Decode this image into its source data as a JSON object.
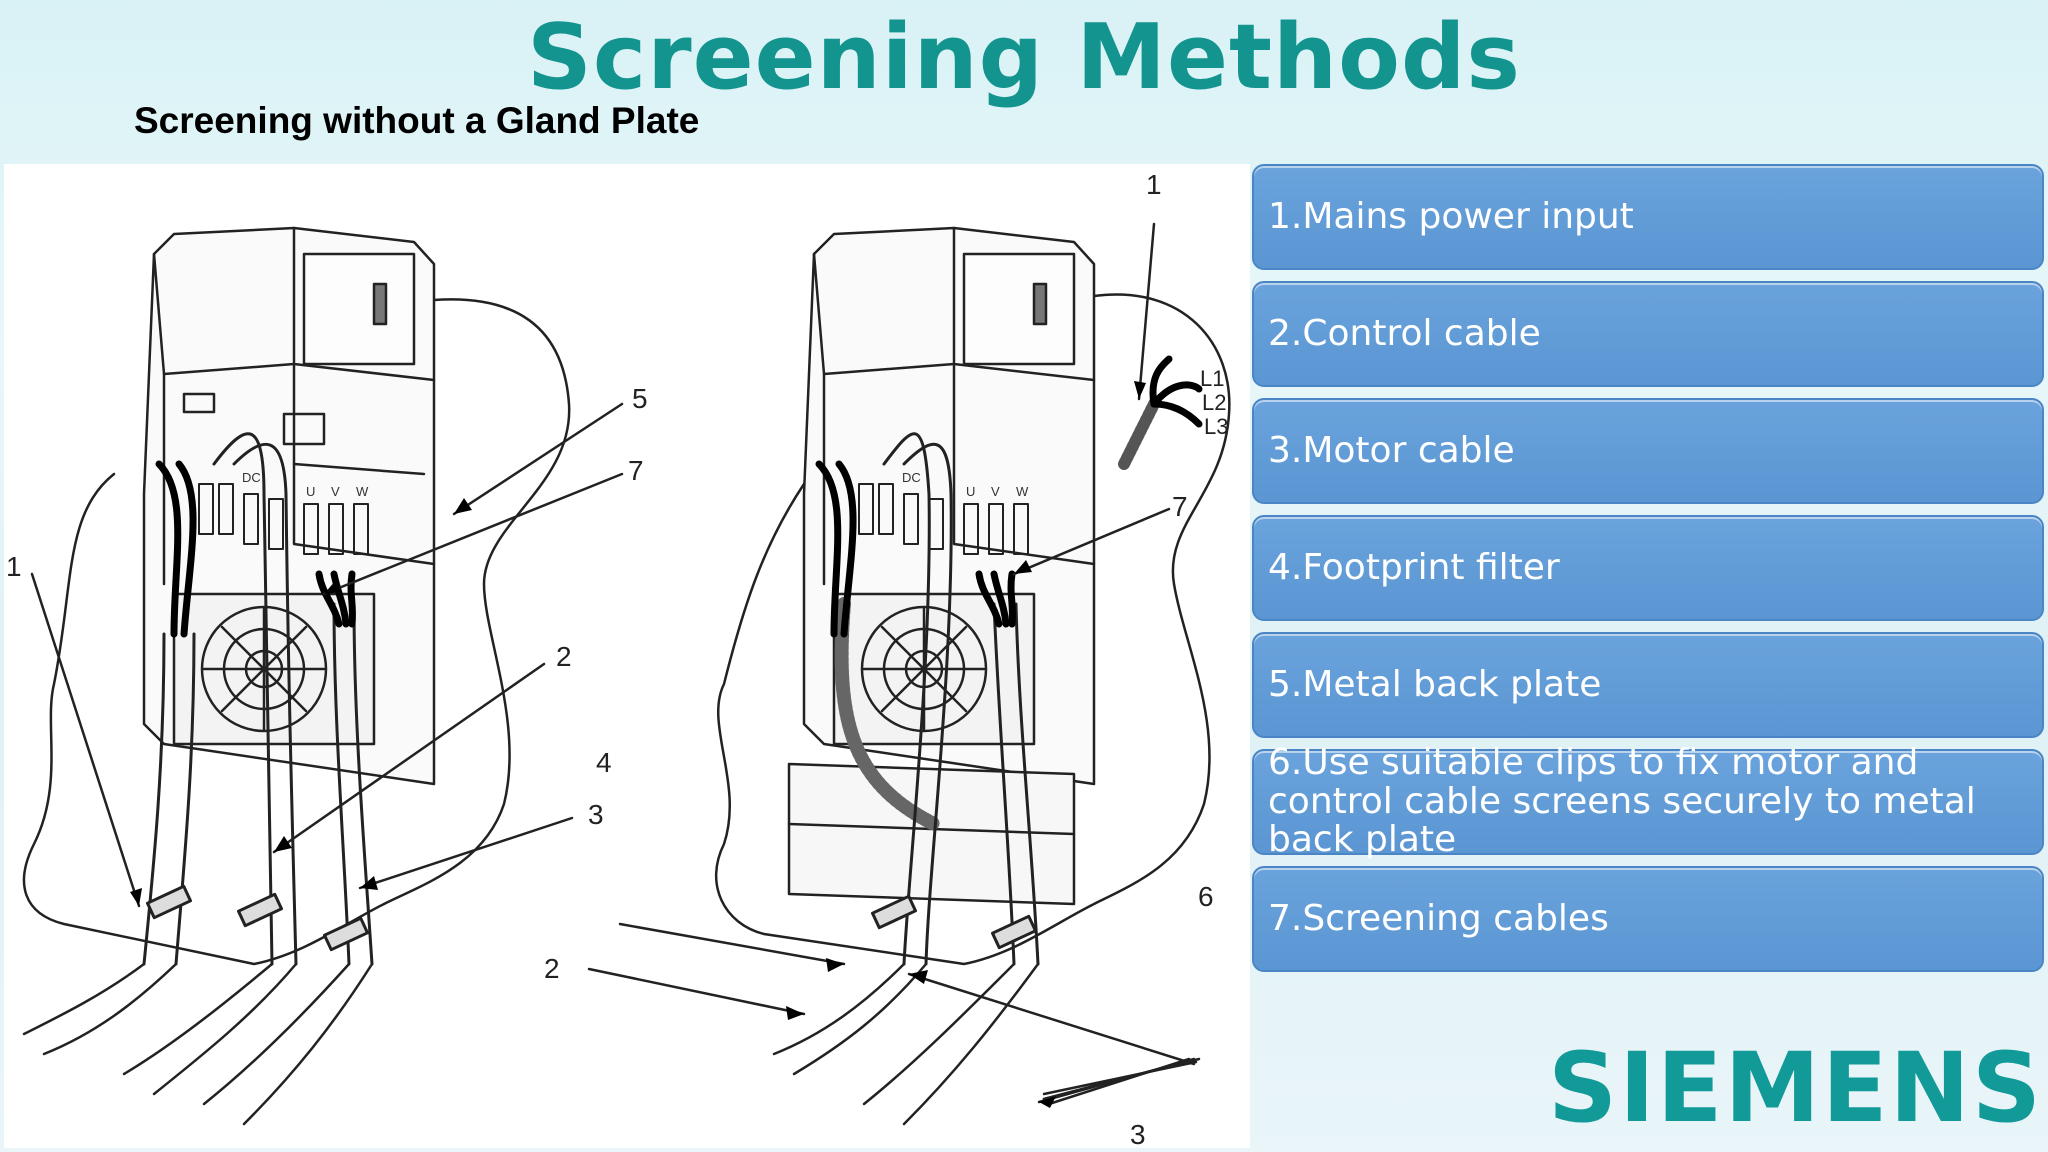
{
  "header": {
    "title": "Screening Methods",
    "subtitle": "Screening without a Gland Plate"
  },
  "legend_items": [
    {
      "label": "1.Mains power input"
    },
    {
      "label": "2.Control cable"
    },
    {
      "label": "3.Motor cable"
    },
    {
      "label": "4.Footprint filter"
    },
    {
      "label": "5.Metal back plate"
    },
    {
      "label": "6.Use suitable clips to fix motor and control cable screens securely to metal back plate"
    },
    {
      "label": "7.Screening cables"
    }
  ],
  "diagram": {
    "left_callouts": [
      "5",
      "7",
      "1",
      "2",
      "3"
    ],
    "right_callouts": [
      "1",
      "7",
      "4",
      "6",
      "2",
      "3"
    ],
    "mains_labels": [
      "L1",
      "L2",
      "L3"
    ],
    "terminal_labels": [
      "U",
      "V",
      "W",
      "DC"
    ]
  },
  "brand": {
    "logo_text": "SIEMENS",
    "title_color": "#14948f",
    "box_color": "#5b96d3"
  }
}
